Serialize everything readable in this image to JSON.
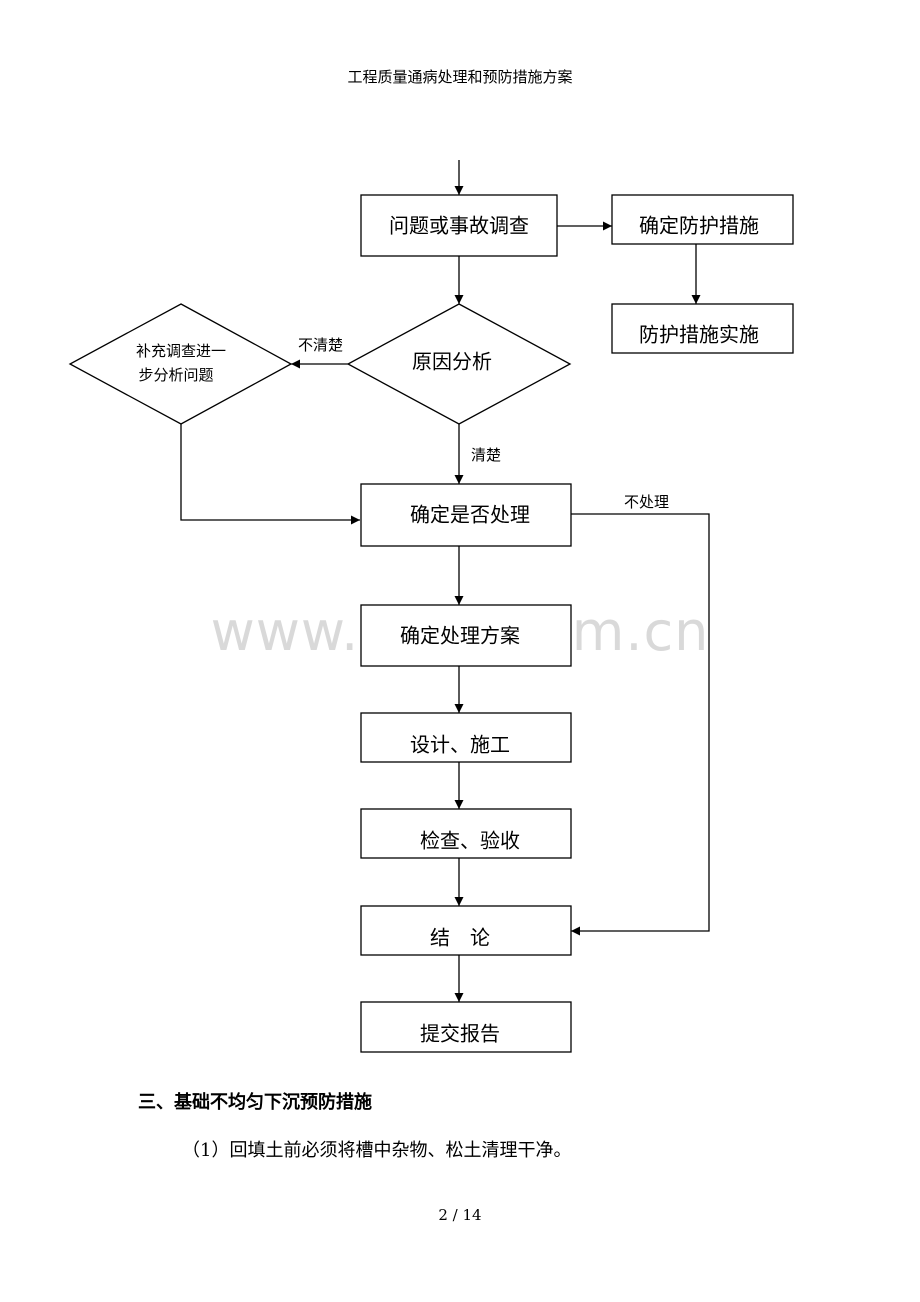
{
  "header": {
    "title": "工程质量通病处理和预防措施方案"
  },
  "flowchart": {
    "nodes": {
      "investigate": "问题或事故调查",
      "protect_measures": "确定防护措施",
      "protect_implement": "防护措施实施",
      "cause_analysis": "原因分析",
      "supplement_line1": "补充调查进一",
      "supplement_line2": "步分析问题",
      "decide_process": "确定是否处理",
      "plan": "确定处理方案",
      "design_build": "设计、施工",
      "inspect_accept": "检查、验收",
      "conclusion": "结　论",
      "report": "提交报告"
    },
    "edge_labels": {
      "unclear": "不清楚",
      "clear": "清楚",
      "no_process": "不处理"
    }
  },
  "watermark": "www.zixin.com.cn",
  "section": {
    "heading": "三、基础不均匀下沉预防措施",
    "paragraph": "（1）回填土前必须将槽中杂物、松土清理干净。"
  },
  "footer": {
    "page_number": "2 / 14"
  }
}
